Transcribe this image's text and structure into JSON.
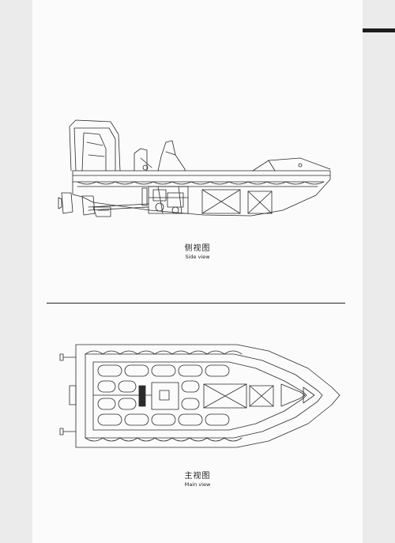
{
  "side_view": {
    "label_zh": "侧视图",
    "label_en": "Side view"
  },
  "main_view": {
    "label_zh": "主视图",
    "label_en": "Main view"
  },
  "colors": {
    "page": "#fbfbfb",
    "background": "#ebebeb",
    "line": "#2a2a2a",
    "tab_mark": "#1c1c1c"
  }
}
